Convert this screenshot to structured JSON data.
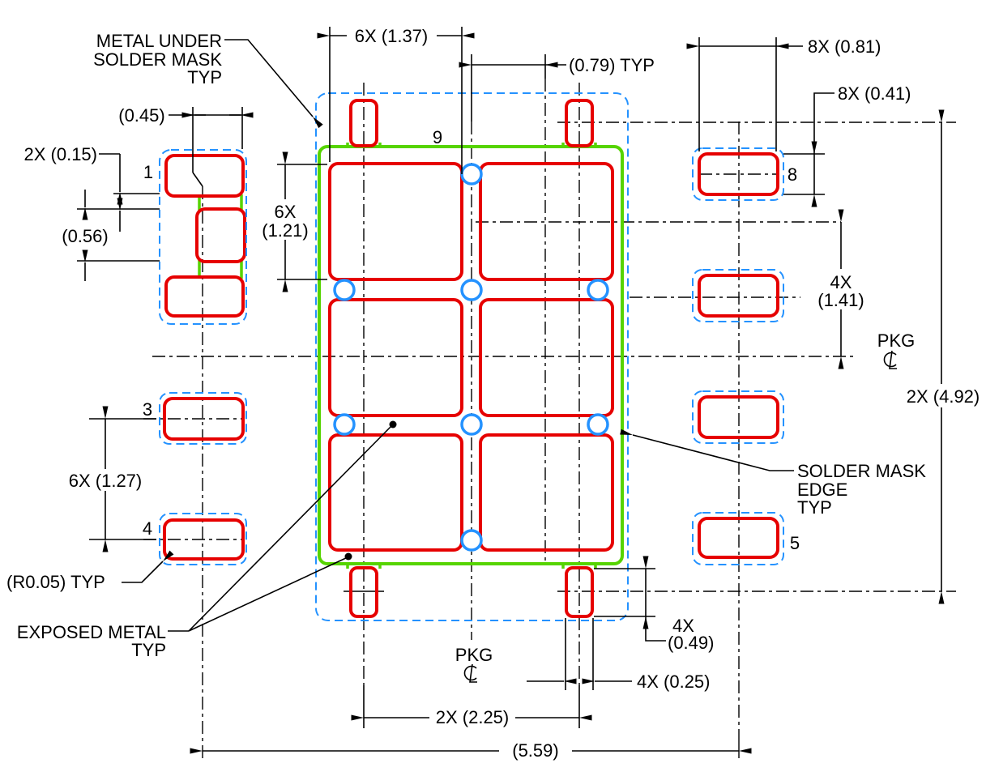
{
  "drawing": {
    "labels": {
      "metal_under_1": "METAL UNDER",
      "metal_under_2": "SOLDER MASK",
      "metal_under_3": "TYP",
      "dim_top_pitch": "6X (1.37)",
      "dim_col_offset": "(0.79) TYP",
      "dim_right_pad_w": "8X (0.81)",
      "dim_right_pad_h": "8X (0.41)",
      "dim_left_pad_w": "(0.45)",
      "dim_gap": "2X (0.15)",
      "dim_mid_pad_h": "(0.56)",
      "dim_rect_h_1": "6X",
      "dim_rect_h_2": "(1.21)",
      "dim_row_offset_1": "4X",
      "dim_row_offset_2": "(1.41)",
      "pkg_right": "PKG",
      "pkg_bottom": "PKG",
      "dim_overall_h": "2X (4.92)",
      "dim_left_pitch": "6X (1.27)",
      "radius_note": "(R0.05) TYP",
      "exposed_1": "EXPOSED METAL",
      "exposed_2": "TYP",
      "sm_edge_1": "SOLDER MASK",
      "sm_edge_2": "EDGE",
      "sm_edge_3": "TYP",
      "dim_bot_pad_h_1": "4X",
      "dim_bot_pad_h_2": "(0.49)",
      "dim_bot_pad_w": "4X (0.25)",
      "dim_bot_pitch": "2X (2.25)",
      "dim_overall_w": "(5.59)"
    },
    "pins": {
      "p1": "1",
      "p3": "3",
      "p4": "4",
      "p5": "5",
      "p8": "8",
      "p9": "9"
    },
    "colors": {
      "pad": "#e60000",
      "metal": "#56d400",
      "mask": "#2492ff"
    }
  }
}
